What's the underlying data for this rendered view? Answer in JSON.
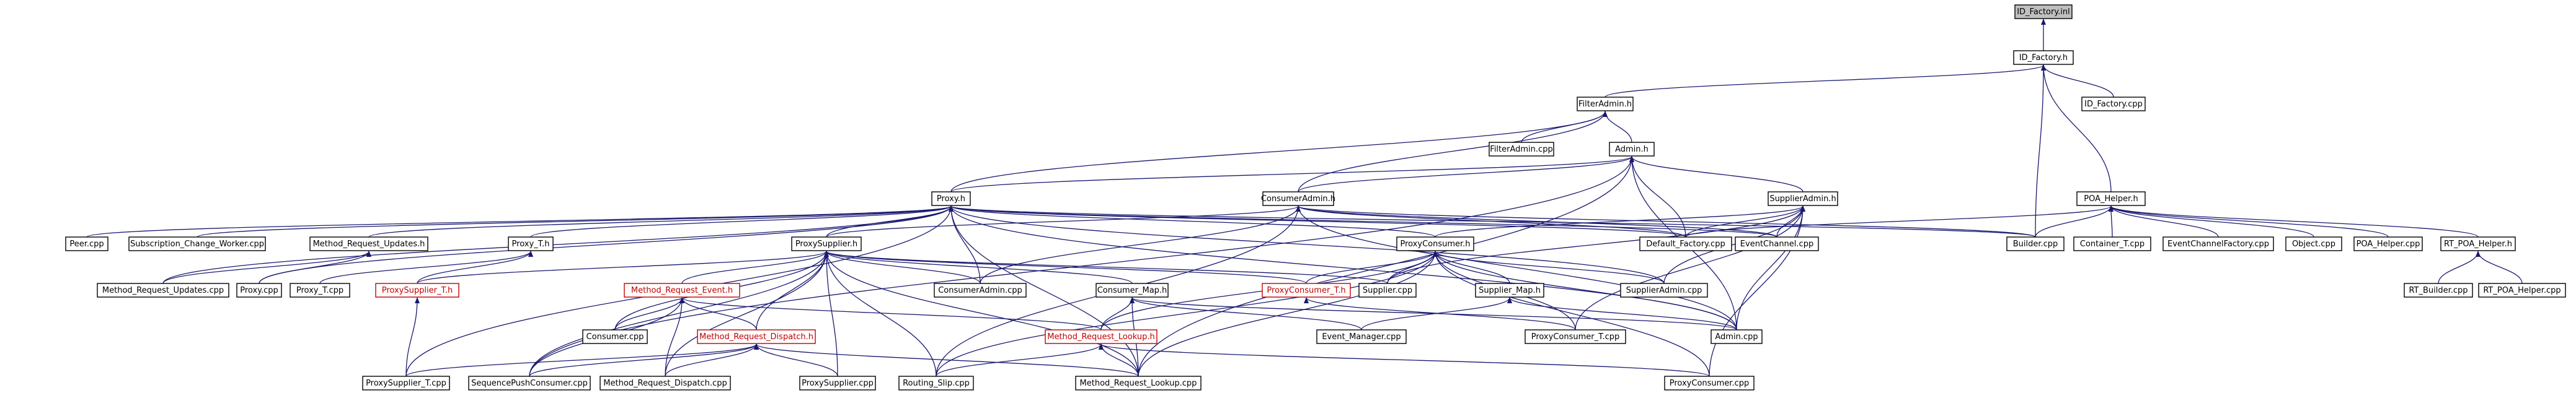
{
  "colors": {
    "node_border": "#000000",
    "highlight_border": "#c00000",
    "highlight_text": "#c00000",
    "root_fill": "#bfbfbf",
    "node_fill": "#ffffff",
    "edge": "#191970",
    "text": "#000000"
  },
  "diagram": {
    "nodes": [
      {
        "id": "n0",
        "label": "ID_Factory.inl",
        "root": true
      },
      {
        "id": "n1",
        "label": "ID_Factory.h"
      },
      {
        "id": "n2",
        "label": "ID_Factory.cpp"
      },
      {
        "id": "n3",
        "label": "FilterAdmin.h"
      },
      {
        "id": "n4",
        "label": "FilterAdmin.cpp"
      },
      {
        "id": "n5",
        "label": "Admin.h"
      },
      {
        "id": "n6",
        "label": "Proxy.h"
      },
      {
        "id": "n7",
        "label": "ConsumerAdmin.h"
      },
      {
        "id": "n8",
        "label": "SupplierAdmin.h"
      },
      {
        "id": "n9",
        "label": "POA_Helper.h"
      },
      {
        "id": "n10",
        "label": "Peer.cpp"
      },
      {
        "id": "n11",
        "label": "Subscription_Change_Worker.cpp"
      },
      {
        "id": "n12",
        "label": "Method_Request_Updates.h"
      },
      {
        "id": "n13",
        "label": "Proxy_T.h"
      },
      {
        "id": "n14",
        "label": "ProxySupplier.h"
      },
      {
        "id": "n15",
        "label": "ProxyConsumer.h"
      },
      {
        "id": "n16",
        "label": "Default_Factory.cpp"
      },
      {
        "id": "n17",
        "label": "EventChannel.cpp"
      },
      {
        "id": "n18",
        "label": "Builder.cpp"
      },
      {
        "id": "n19",
        "label": "Container_T.cpp"
      },
      {
        "id": "n20",
        "label": "EventChannelFactory.cpp"
      },
      {
        "id": "n21",
        "label": "Object.cpp"
      },
      {
        "id": "n22",
        "label": "POA_Helper.cpp"
      },
      {
        "id": "n23",
        "label": "RT_POA_Helper.h"
      },
      {
        "id": "n24",
        "label": "Method_Request_Updates.cpp"
      },
      {
        "id": "n25",
        "label": "Proxy.cpp"
      },
      {
        "id": "n26",
        "label": "Proxy_T.cpp"
      },
      {
        "id": "n27",
        "label": "ProxySupplier_T.h",
        "highlight": true
      },
      {
        "id": "n28",
        "label": "Method_Request_Event.h",
        "highlight": true
      },
      {
        "id": "n29",
        "label": "ConsumerAdmin.cpp"
      },
      {
        "id": "n30",
        "label": "Consumer_Map.h"
      },
      {
        "id": "n31",
        "label": "ProxyConsumer_T.h",
        "highlight": true
      },
      {
        "id": "n32",
        "label": "Supplier.cpp"
      },
      {
        "id": "n33",
        "label": "Supplier_Map.h"
      },
      {
        "id": "n34",
        "label": "SupplierAdmin.cpp"
      },
      {
        "id": "n35",
        "label": "RT_Builder.cpp"
      },
      {
        "id": "n36",
        "label": "RT_POA_Helper.cpp"
      },
      {
        "id": "n37",
        "label": "Consumer.cpp"
      },
      {
        "id": "n38",
        "label": "Method_Request_Dispatch.h",
        "highlight": true
      },
      {
        "id": "n39",
        "label": "Method_Request_Lookup.h",
        "highlight": true
      },
      {
        "id": "n40",
        "label": "Event_Manager.cpp"
      },
      {
        "id": "n41",
        "label": "ProxyConsumer_T.cpp"
      },
      {
        "id": "n42",
        "label": "Admin.cpp"
      },
      {
        "id": "n43",
        "label": "ProxySupplier_T.cpp"
      },
      {
        "id": "n44",
        "label": "SequencePushConsumer.cpp"
      },
      {
        "id": "n45",
        "label": "Method_Request_Dispatch.cpp"
      },
      {
        "id": "n46",
        "label": "ProxySupplier.cpp"
      },
      {
        "id": "n47",
        "label": "Routing_Slip.cpp"
      },
      {
        "id": "n48",
        "label": "Method_Request_Lookup.cpp"
      },
      {
        "id": "n49",
        "label": "ProxyConsumer.cpp"
      }
    ],
    "edges": [
      [
        "n0",
        "n1"
      ],
      [
        "n1",
        "n2"
      ],
      [
        "n1",
        "n3"
      ],
      [
        "n1",
        "n9"
      ],
      [
        "n1",
        "n18"
      ],
      [
        "n3",
        "n4"
      ],
      [
        "n3",
        "n5"
      ],
      [
        "n3",
        "n6"
      ],
      [
        "n3",
        "n7"
      ],
      [
        "n5",
        "n6"
      ],
      [
        "n5",
        "n7"
      ],
      [
        "n5",
        "n8"
      ],
      [
        "n5",
        "n16"
      ],
      [
        "n5",
        "n42"
      ],
      [
        "n5",
        "n44"
      ],
      [
        "n5",
        "n48"
      ],
      [
        "n6",
        "n10"
      ],
      [
        "n6",
        "n11"
      ],
      [
        "n6",
        "n12"
      ],
      [
        "n6",
        "n13"
      ],
      [
        "n6",
        "n14"
      ],
      [
        "n6",
        "n15"
      ],
      [
        "n6",
        "n16"
      ],
      [
        "n6",
        "n17"
      ],
      [
        "n6",
        "n18"
      ],
      [
        "n6",
        "n24"
      ],
      [
        "n6",
        "n25"
      ],
      [
        "n6",
        "n29"
      ],
      [
        "n6",
        "n34"
      ],
      [
        "n6",
        "n42"
      ],
      [
        "n6",
        "n43"
      ],
      [
        "n6",
        "n48"
      ],
      [
        "n7",
        "n14"
      ],
      [
        "n7",
        "n16"
      ],
      [
        "n7",
        "n17"
      ],
      [
        "n7",
        "n18"
      ],
      [
        "n7",
        "n29"
      ],
      [
        "n7",
        "n42"
      ],
      [
        "n7",
        "n47"
      ],
      [
        "n8",
        "n15"
      ],
      [
        "n8",
        "n16"
      ],
      [
        "n8",
        "n17"
      ],
      [
        "n8",
        "n32"
      ],
      [
        "n8",
        "n34"
      ],
      [
        "n8",
        "n41"
      ],
      [
        "n8",
        "n42"
      ],
      [
        "n8",
        "n49"
      ],
      [
        "n9",
        "n16"
      ],
      [
        "n9",
        "n18"
      ],
      [
        "n9",
        "n19"
      ],
      [
        "n9",
        "n20"
      ],
      [
        "n9",
        "n21"
      ],
      [
        "n9",
        "n22"
      ],
      [
        "n9",
        "n23"
      ],
      [
        "n12",
        "n24"
      ],
      [
        "n12",
        "n25"
      ],
      [
        "n13",
        "n26"
      ],
      [
        "n13",
        "n27"
      ],
      [
        "n14",
        "n27"
      ],
      [
        "n14",
        "n28"
      ],
      [
        "n14",
        "n29"
      ],
      [
        "n14",
        "n30"
      ],
      [
        "n14",
        "n31"
      ],
      [
        "n14",
        "n32"
      ],
      [
        "n14",
        "n37"
      ],
      [
        "n14",
        "n38"
      ],
      [
        "n14",
        "n44"
      ],
      [
        "n14",
        "n45"
      ],
      [
        "n14",
        "n46"
      ],
      [
        "n14",
        "n47"
      ],
      [
        "n14",
        "n48"
      ],
      [
        "n15",
        "n31"
      ],
      [
        "n15",
        "n32"
      ],
      [
        "n15",
        "n33"
      ],
      [
        "n15",
        "n34"
      ],
      [
        "n15",
        "n39"
      ],
      [
        "n15",
        "n41"
      ],
      [
        "n15",
        "n42"
      ],
      [
        "n15",
        "n47"
      ],
      [
        "n15",
        "n48"
      ],
      [
        "n15",
        "n49"
      ],
      [
        "n23",
        "n35"
      ],
      [
        "n23",
        "n36"
      ],
      [
        "n27",
        "n43"
      ],
      [
        "n28",
        "n37"
      ],
      [
        "n28",
        "n38"
      ],
      [
        "n28",
        "n39"
      ],
      [
        "n28",
        "n44"
      ],
      [
        "n28",
        "n45"
      ],
      [
        "n30",
        "n39"
      ],
      [
        "n30",
        "n40"
      ],
      [
        "n30",
        "n42"
      ],
      [
        "n30",
        "n48"
      ],
      [
        "n31",
        "n41"
      ],
      [
        "n33",
        "n40"
      ],
      [
        "n33",
        "n42"
      ],
      [
        "n38",
        "n43"
      ],
      [
        "n38",
        "n44"
      ],
      [
        "n38",
        "n45"
      ],
      [
        "n38",
        "n46"
      ],
      [
        "n38",
        "n48"
      ],
      [
        "n39",
        "n47"
      ],
      [
        "n39",
        "n48"
      ],
      [
        "n39",
        "n49"
      ]
    ]
  }
}
